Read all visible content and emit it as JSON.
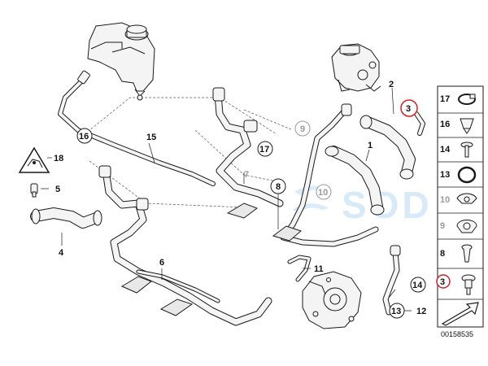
{
  "diagram": {
    "reference_number": "00158535",
    "watermark": "SOD",
    "colors": {
      "line": "#1a1a1a",
      "part_fill": "#f4f4f4",
      "highlight": "#d41f26",
      "faded": "#9a9a9a",
      "watermark": "#cfe6f6"
    },
    "callouts": {
      "c1": "1",
      "c2": "2",
      "c3": "3",
      "c4": "4",
      "c5": "5",
      "c6": "6",
      "c7": "7",
      "c8": "8",
      "c9": "9",
      "c10": "10",
      "c11": "11",
      "c12": "12",
      "c13": "13",
      "c14": "14",
      "c15": "15",
      "c16": "16",
      "c17": "17",
      "c18": "18"
    },
    "legend": [
      {
        "label": "17",
        "icon": "hose-clamp-icon"
      },
      {
        "label": "16",
        "icon": "spring-clip-icon"
      },
      {
        "label": "14",
        "icon": "screw-icon"
      },
      {
        "label": "13",
        "icon": "o-ring-icon"
      },
      {
        "label": "10",
        "icon": "hose-clip-icon"
      },
      {
        "label": "9",
        "icon": "pipe-clip-icon"
      },
      {
        "label": "8",
        "icon": "expanding-rivet-icon"
      },
      {
        "label": "3",
        "icon": "bleed-screw-icon"
      }
    ]
  }
}
